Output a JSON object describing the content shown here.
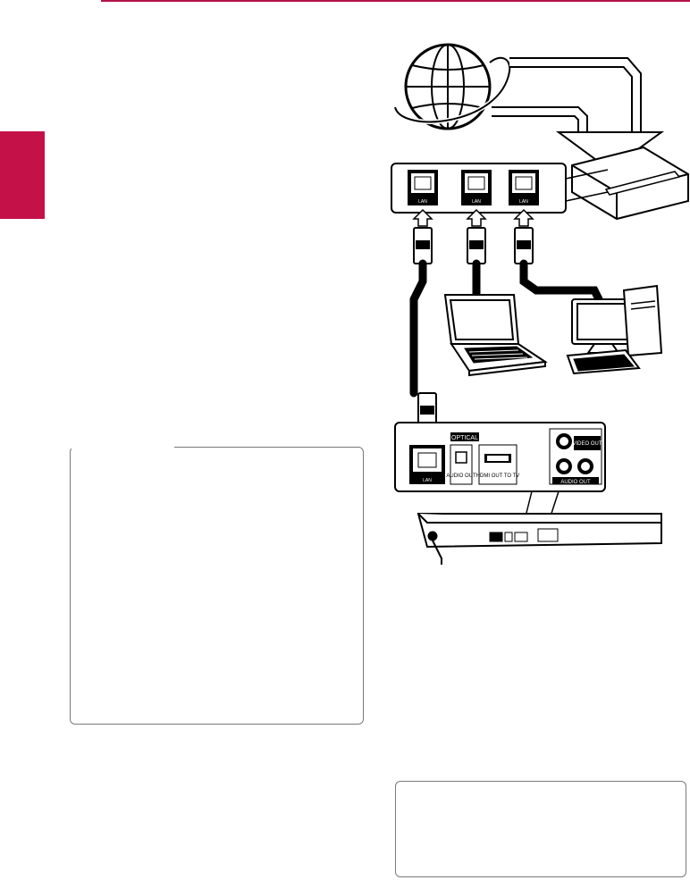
{
  "page": {
    "accent_color": "#c41148",
    "rule_color": "#b3124a"
  },
  "diagram": {
    "lan_port_label": "LAN",
    "player_labels": {
      "lan": "LAN",
      "optical": "OPTICAL",
      "audio_out_optical": "AUDIO OUT",
      "hdmi_out": "HDMI OUT TO TV",
      "video_out": "VIDEO OUT",
      "audio_out": "AUDIO OUT"
    },
    "icons": [
      "globe-icon",
      "router-icon",
      "laptop-icon",
      "desktop-pc-icon",
      "ethernet-plug-icon",
      "blu-ray-player-icon"
    ]
  }
}
